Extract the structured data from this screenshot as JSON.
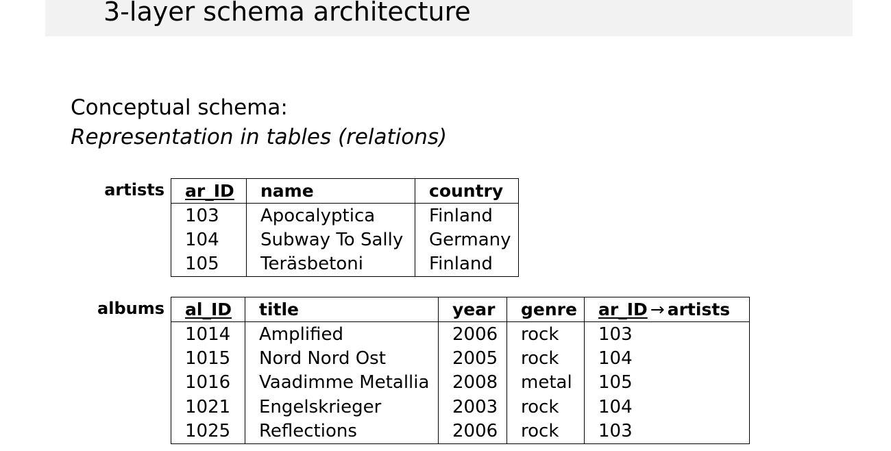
{
  "slide": {
    "title": "3-layer schema architecture",
    "subtitle": "Conceptual schema:",
    "subtitle_italic": "Representation in tables (relations)"
  },
  "artists": {
    "label": "artists",
    "headers": {
      "id": "ar_ID",
      "name": "name",
      "country": "country"
    },
    "rows": [
      {
        "id": "103",
        "name": "Apocalyptica",
        "country": "Finland"
      },
      {
        "id": "104",
        "name": "Subway To Sally",
        "country": "Germany"
      },
      {
        "id": "105",
        "name": "Teräsbetoni",
        "country": "Finland"
      }
    ]
  },
  "albums": {
    "label": "albums",
    "headers": {
      "id": "al_ID",
      "title": "title",
      "year": "year",
      "genre": "genre",
      "fk_key": "ar_ID",
      "fk_arrow": "→",
      "fk_target": "artists"
    },
    "rows": [
      {
        "id": "1014",
        "title": "Amplified",
        "year": "2006",
        "genre": "rock",
        "ar_id": "103"
      },
      {
        "id": "1015",
        "title": "Nord Nord Ost",
        "year": "2005",
        "genre": "rock",
        "ar_id": "104"
      },
      {
        "id": "1016",
        "title": "Vaadimme Metallia",
        "year": "2008",
        "genre": "metal",
        "ar_id": "105"
      },
      {
        "id": "1021",
        "title": "Engelskrieger",
        "year": "2003",
        "genre": "rock",
        "ar_id": "104"
      },
      {
        "id": "1025",
        "title": "Reflections",
        "year": "2006",
        "genre": "rock",
        "ar_id": "103"
      }
    ]
  }
}
